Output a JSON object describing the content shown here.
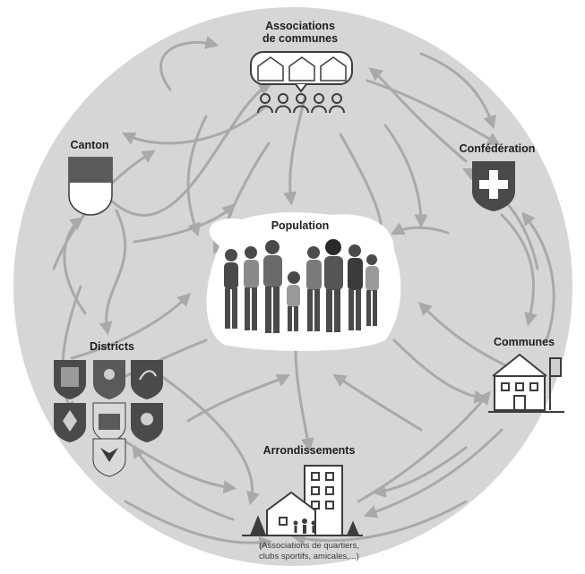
{
  "nodes": {
    "associations": {
      "label_line1": "Associations",
      "label_line2": "de communes"
    },
    "canton": {
      "label": "Canton"
    },
    "confederation": {
      "label": "Confédération"
    },
    "population": {
      "label": "Population"
    },
    "districts": {
      "label": "Districts"
    },
    "communes": {
      "label": "Communes"
    },
    "arrondissements": {
      "label": "Arrondissements",
      "caption_line1": "(Associations de quartiers,",
      "caption_line2": "clubs sportifs, amicales,...)"
    }
  },
  "colors": {
    "background_circle": "#d6d6d6",
    "arrows": "#a9a9a9",
    "icon_dark": "#3c3c3c",
    "population_bg": "#ffffff"
  }
}
